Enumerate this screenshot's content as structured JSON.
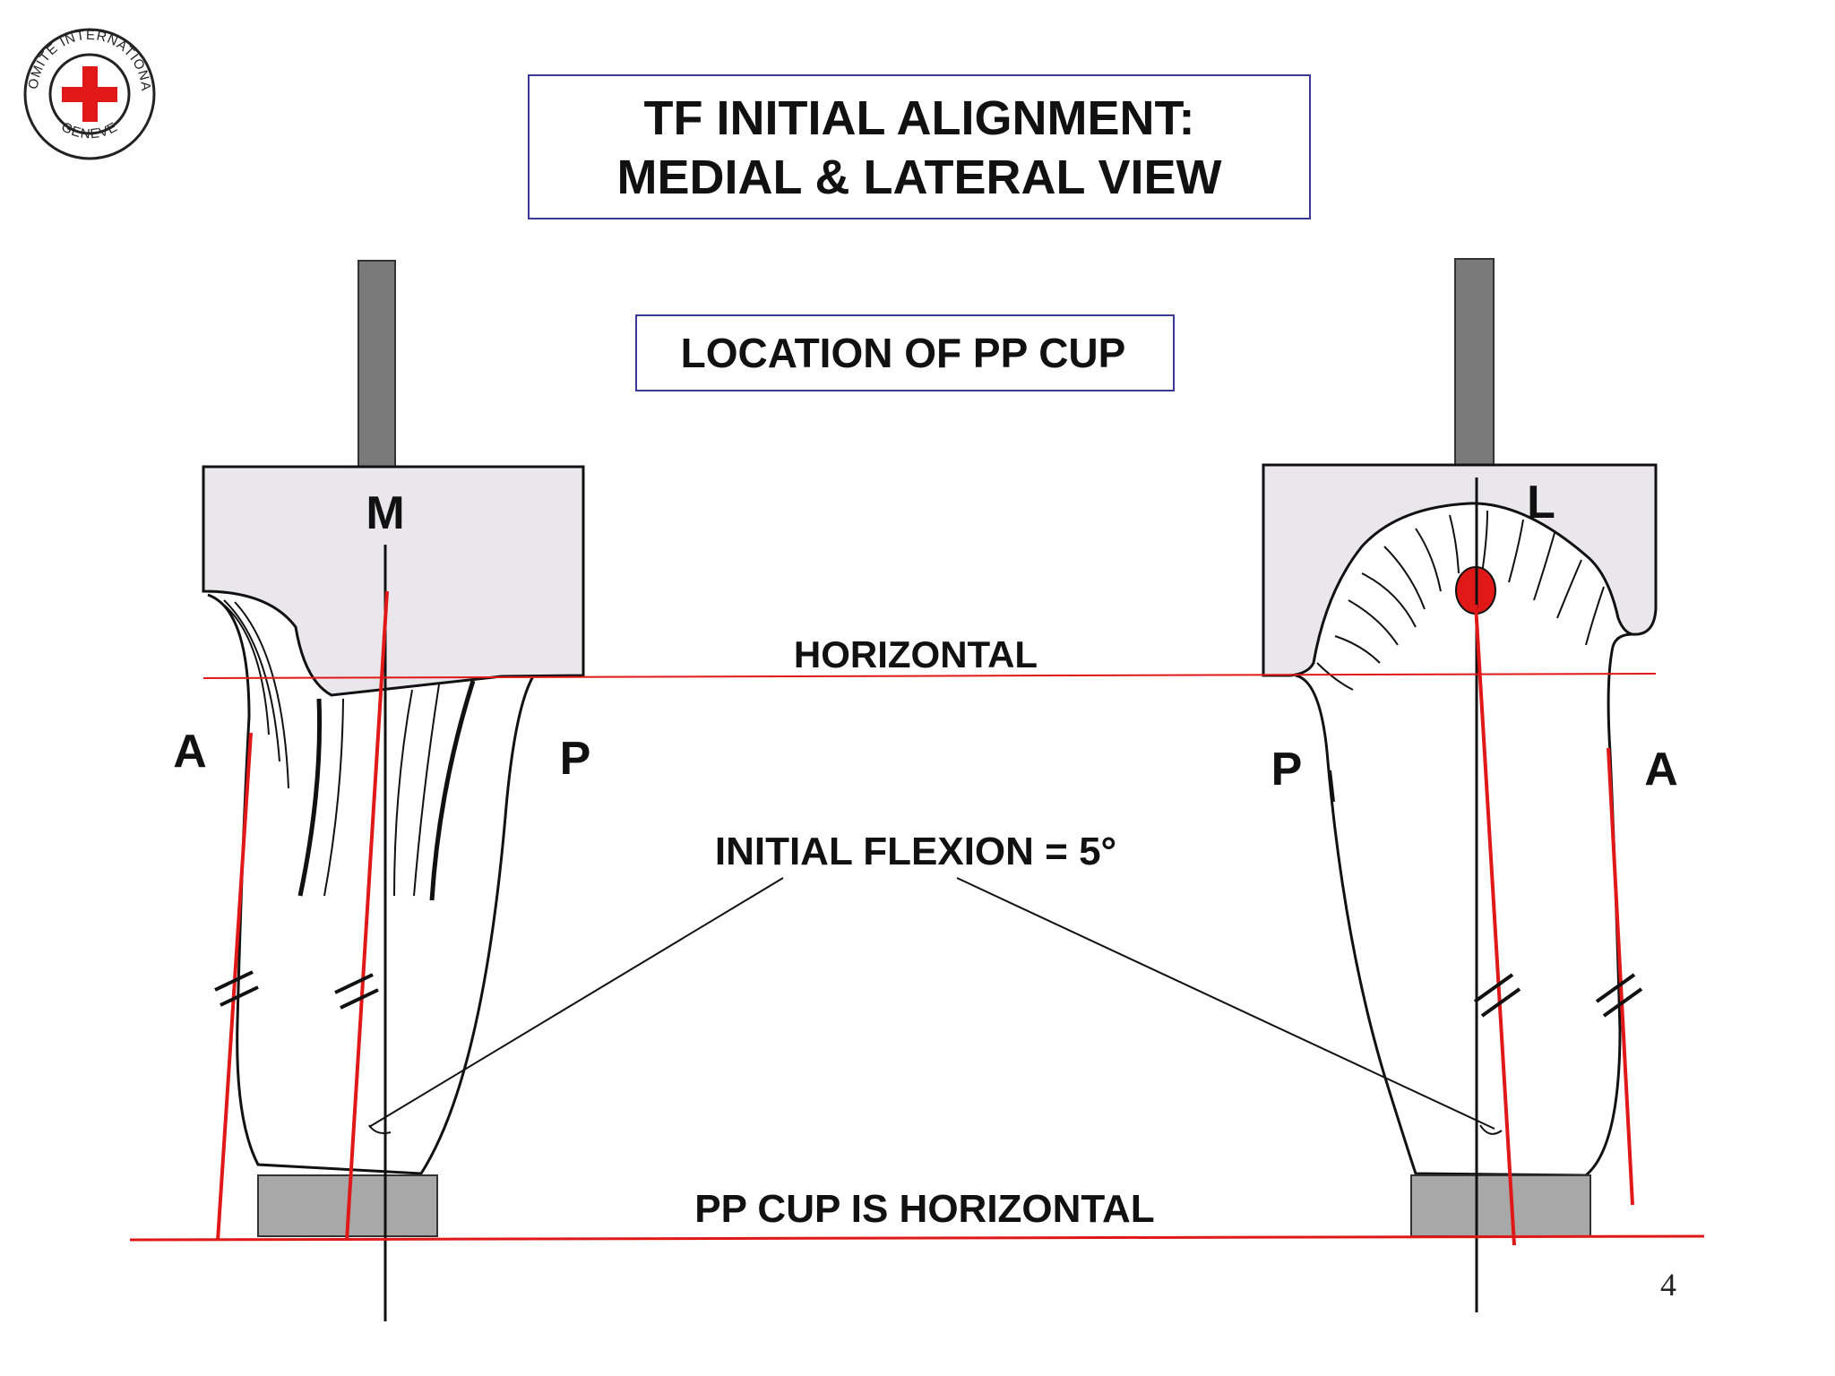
{
  "title": {
    "line1": "TF INITIAL ALIGNMENT:",
    "line2": "MEDIAL & LATERAL VIEW"
  },
  "subtitle_box": "LOCATION OF PP CUP",
  "labels": {
    "horizontal": "HORIZONTAL",
    "initial_flexion": "INITIAL FLEXION = 5°",
    "pp_cup_horizontal": "PP CUP IS HORIZONTAL"
  },
  "medial_view": {
    "socket_label": "M",
    "anterior_label": "A",
    "posterior_label": "P"
  },
  "lateral_view": {
    "socket_label": "L",
    "anterior_label": "A",
    "posterior_label": "P"
  },
  "logo": {
    "ring_text_top": "COMITE INTERNATIONAL",
    "ring_text_bottom": "GENEVE",
    "icon": "red-cross-emblem-icon"
  },
  "page_number": "4",
  "colors": {
    "frame": "#3a3a9a",
    "reference_line": "#e01818",
    "socket_fill": "#e9e7ec",
    "pylon": "#7a7a7a",
    "cup": "#a8a8a8",
    "red_marker": "#e01818"
  }
}
